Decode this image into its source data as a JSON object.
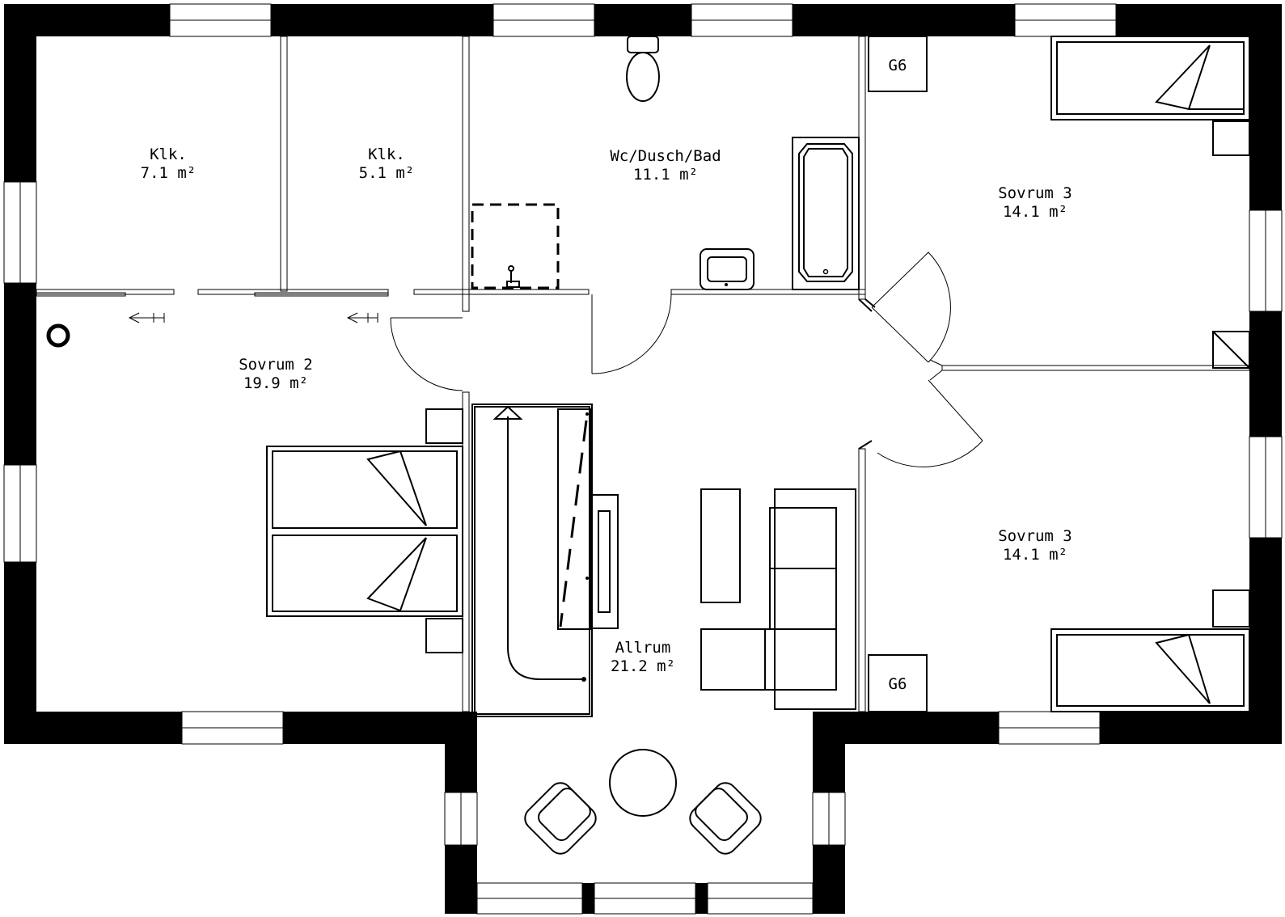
{
  "rooms": {
    "klk_a": {
      "name": "Klk.",
      "area": "7.1 m²"
    },
    "klk_b": {
      "name": "Klk.",
      "area": "5.1 m²"
    },
    "bath": {
      "name": "Wc/Dusch/Bad",
      "area": "11.1 m²"
    },
    "sovrum3_top": {
      "name": "Sovrum 3",
      "area": "14.1 m²"
    },
    "sovrum2": {
      "name": "Sovrum 2",
      "area": "19.9 m²"
    },
    "sovrum3_bottom": {
      "name": "Sovrum 3",
      "area": "14.1 m²"
    },
    "allrum": {
      "name": "Allrum",
      "area": "21.2 m²"
    }
  },
  "fixtures": {
    "g6_top": "G6",
    "g6_bottom": "G6"
  }
}
